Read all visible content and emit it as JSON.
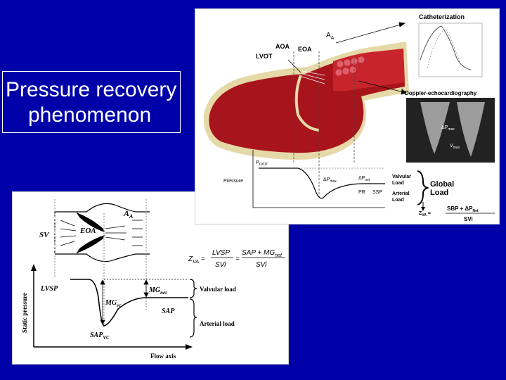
{
  "slide": {
    "title_line1": "Pressure recovery",
    "title_line2": "phenomenon",
    "background_color": "#0000a8"
  },
  "bottom_figure": {
    "labels": {
      "sv": "SV",
      "eoa": "EOA",
      "aa": "A",
      "aa_sub": "A",
      "zva": "Z",
      "zva_sub": "VA",
      "eq_lhs_num": "LVSP",
      "eq_lhs_den": "SVi",
      "eq_rhs_num": "SAP + MG",
      "eq_rhs_num_sub": "net",
      "eq_rhs_den": "SVi",
      "lvsp": "LVSP",
      "mg_vc": "MG",
      "mg_vc_sub": "vc",
      "mg_net": "MG",
      "mg_net_sub": "net",
      "sap": "SAP",
      "sap_vc": "SAP",
      "sap_vc_sub": "VC",
      "valvular_load": "Valvular load",
      "arterial_load": "Arterial load",
      "y_axis": "Static pressure",
      "x_axis": "Flow axis"
    }
  },
  "top_figure": {
    "labels": {
      "catheterization": "Catheterization",
      "aa": "A",
      "aa_sub": "A",
      "aoa": "AOA",
      "eoa": "EOA",
      "lvot": "LVOT",
      "doppler": "Doppler-echocardiography",
      "p_lvot": "P",
      "p_lvot_sub": "LVOT",
      "pressure": "Pressure",
      "dp_max": "ΔP",
      "dp_max_sub": "max",
      "dp_net": "ΔP",
      "dp_net_sub": "net",
      "pr": "PR",
      "ssp": "SSP",
      "valvular_load_1": "Valvular",
      "valvular_load_2": "Load",
      "arterial_load_1": "Arterial",
      "arterial_load_2": "Load",
      "global_load_1": "Global",
      "global_load_2": "Load",
      "zva": "Z",
      "zva_sub": "VA",
      "zva_eq": "=",
      "zva_num": "SBP + ΔP",
      "zva_num_sub": "Net",
      "zva_den": "SVi",
      "echo_dp": "ΔP",
      "echo_dp_sub": "max",
      "echo_v": "V",
      "echo_v_sub": "max"
    }
  }
}
